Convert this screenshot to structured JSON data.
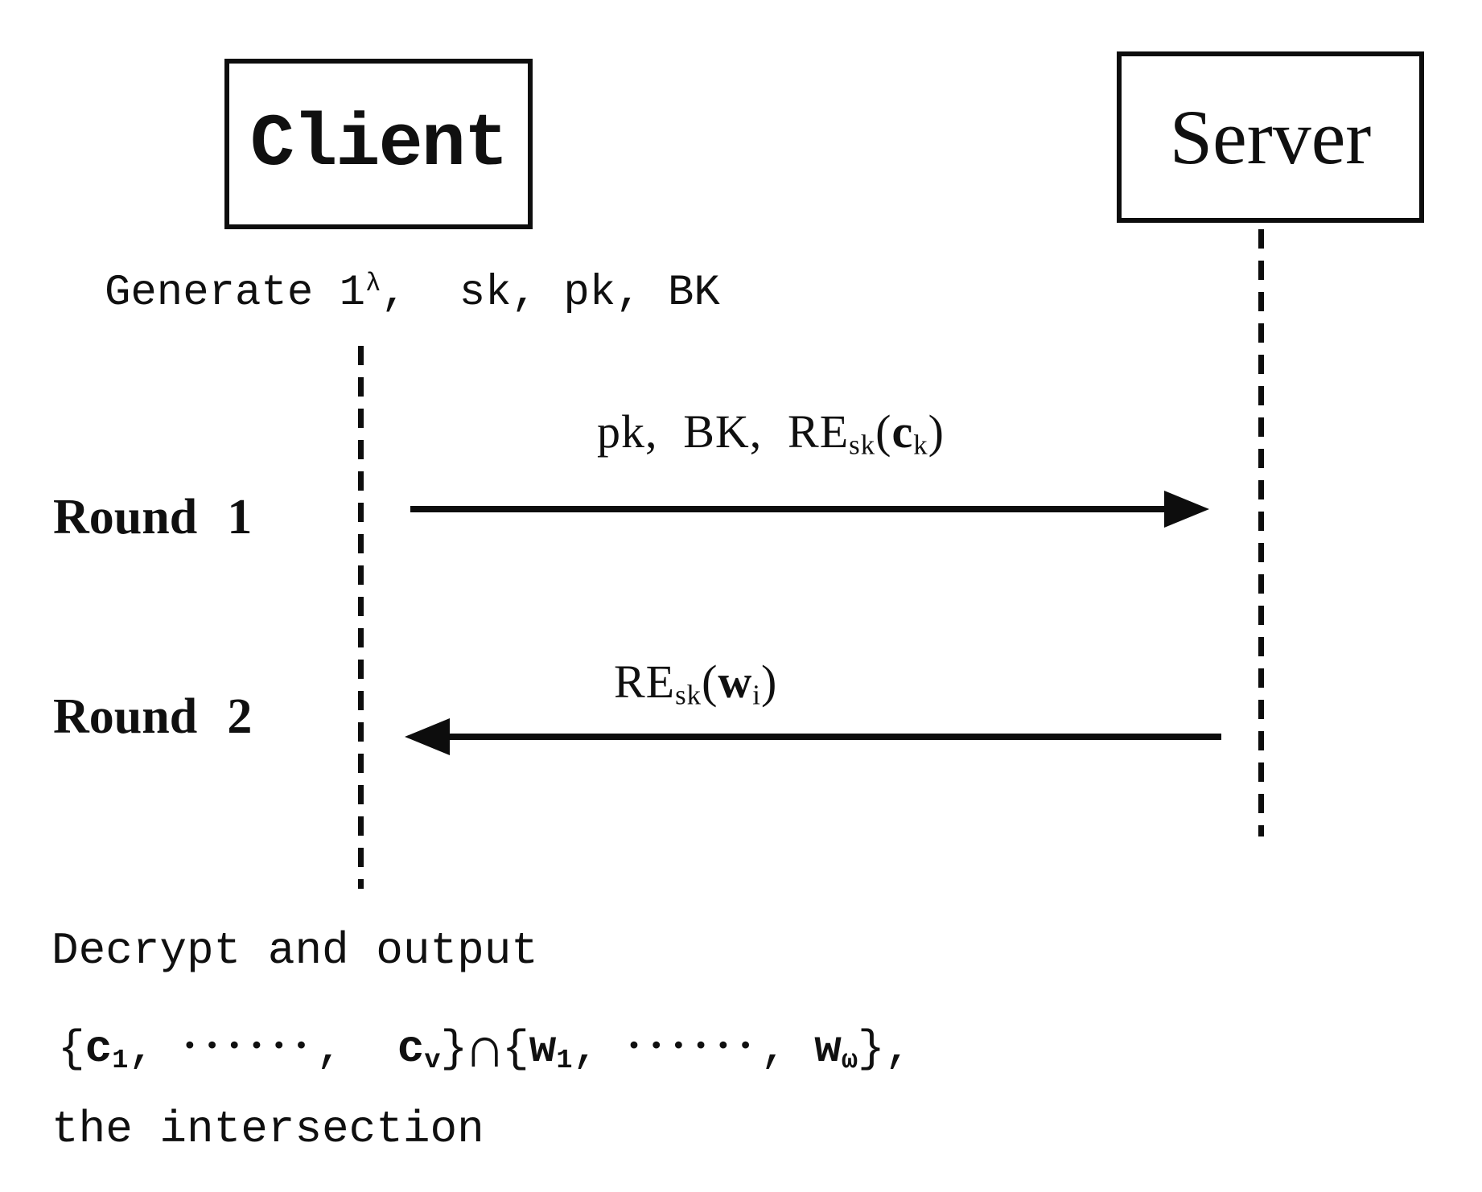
{
  "actors": {
    "client": "Client",
    "server": "Server"
  },
  "generate_note": {
    "pre": "Generate 1",
    "sup": "λ",
    "post": ",  sk, pk, BK"
  },
  "round1": {
    "label": "Round 1",
    "message": {
      "pre": "pk, BK, RE",
      "presub": "sk",
      "open": "(",
      "arg": "c",
      "argsub": "k",
      "close": ")"
    }
  },
  "round2": {
    "label": "Round 2",
    "message": {
      "pre": "RE",
      "presub": "sk",
      "open": "(",
      "arg": "w",
      "argsub": "i",
      "close": ")"
    }
  },
  "footer": {
    "line1": "Decrypt and output",
    "expr": {
      "open1": "{",
      "c1": "c",
      "c1sub": "1",
      "sep1": ", ",
      "dots1": "••••••",
      "sep2": ",  ",
      "cv": "c",
      "cvsub": "v",
      "close1": "}",
      "cap": "∩",
      "open2": "{",
      "w1": "w",
      "w1sub": "1",
      "sep3": ", ",
      "dots2": "••••••",
      "sep4": ", ",
      "ww": "w",
      "wwsub": "ω",
      "close2": "}",
      "comma": ","
    },
    "line3": "the intersection"
  }
}
